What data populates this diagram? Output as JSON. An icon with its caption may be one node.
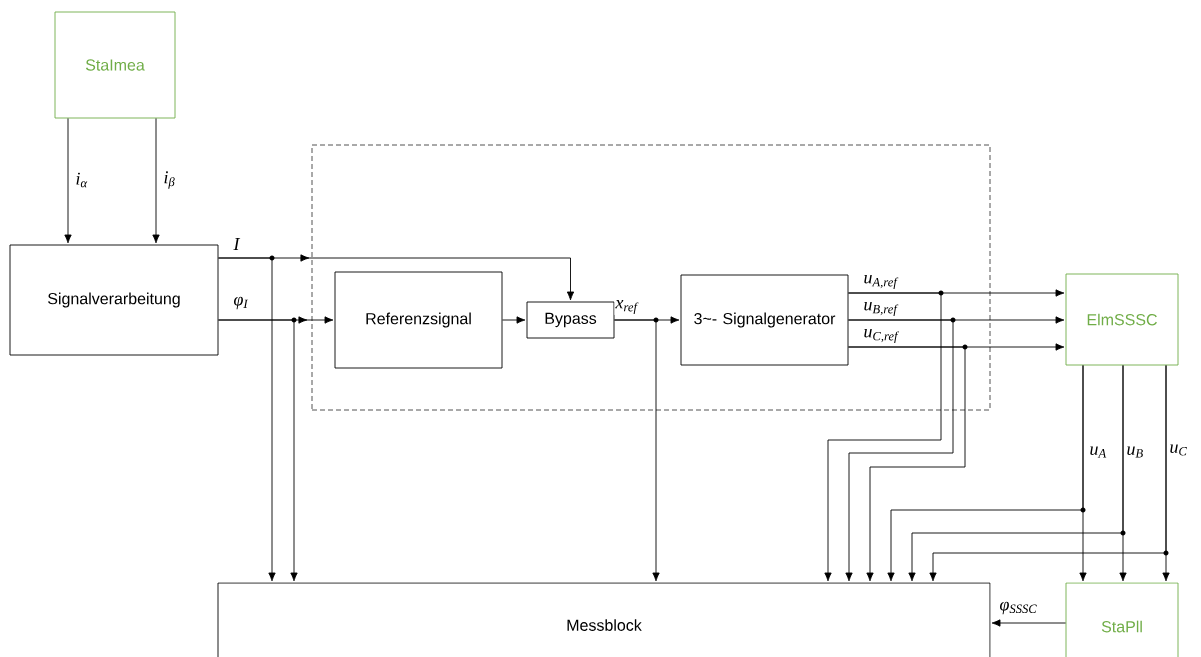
{
  "diagram": {
    "nodes": [
      {
        "text": [
          "StaImea"
        ]
      },
      {
        "text": [
          "Signalverarbeitung"
        ]
      },
      {
        "text": [],
        "shape": "box"
      },
      {
        "text": [
          "Referenzsignal"
        ],
        "in": 2
      },
      {
        "text": [
          "Bypass"
        ],
        "in": 2
      },
      {
        "text": [
          "3~- Signalgenerator"
        ],
        "in": 2
      },
      {
        "text": [
          "ElmSSSC"
        ]
      },
      {
        "text": [
          "Messblock"
        ]
      },
      {
        "text": [
          "StaPll"
        ]
      }
    ],
    "edges": [
      {
        "from": 0,
        "to": 1,
        "arrow": "to",
        "label": "i$_{α}$"
      },
      {
        "from": 0,
        "to": 1,
        "arrow": "to",
        "label": "i$_{β}$"
      },
      {
        "from": 1,
        "to": 4,
        "arrow": "to",
        "label": "I"
      },
      {
        "from": 1,
        "to": 7,
        "arrow": "to"
      },
      {
        "from": 1,
        "to": 3,
        "arrow": "to",
        "label": "φ$_{I}$"
      },
      {
        "from": 1,
        "to": 7,
        "arrow": "to"
      },
      {
        "from": 3,
        "to": 4,
        "arrow": "to"
      },
      {
        "from": 4,
        "to": 5,
        "arrow": "to",
        "label": "x$_{ref}$"
      },
      {
        "from": 4,
        "to": 7,
        "arrow": "to"
      },
      {
        "from": 5,
        "to": 6,
        "arrow": "to",
        "label": "u$_{A,ref}$"
      },
      {
        "from": 5,
        "to": 6,
        "arrow": "to",
        "label": "u$_{B,ref}$"
      },
      {
        "from": 5,
        "to": 6,
        "arrow": "to",
        "label": "u$_{C,ref}$"
      },
      {
        "from": 5,
        "to": 7,
        "arrow": "to"
      },
      {
        "from": 5,
        "to": 7,
        "arrow": "to"
      },
      {
        "from": 5,
        "to": 7,
        "arrow": "to"
      },
      {
        "from": 6,
        "to": 8,
        "arrow": "to",
        "label": "u$_{A}$"
      },
      {
        "from": 6,
        "to": 8,
        "arrow": "to",
        "label": "u$_{B}$"
      },
      {
        "from": 6,
        "to": 8,
        "arrow": "to",
        "label": "u$_{C}$"
      },
      {
        "from": 6,
        "to": 7,
        "arrow": "to"
      },
      {
        "from": 6,
        "to": 7,
        "arrow": "to"
      },
      {
        "from": 6,
        "to": 7,
        "arrow": "to"
      },
      {
        "from": 8,
        "to": 7,
        "arrow": "to",
        "label": "φ$_{SSSC}$"
      }
    ]
  }
}
